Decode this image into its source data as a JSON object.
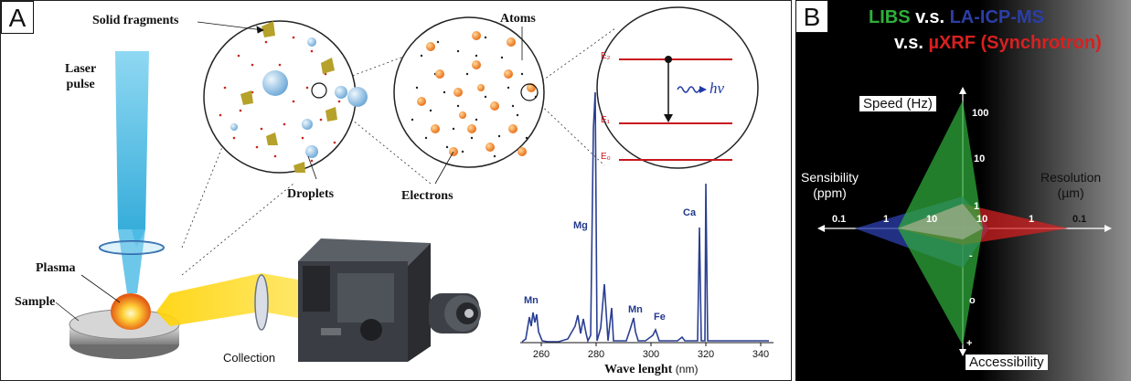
{
  "panel_a": {
    "letter": "A",
    "labels": {
      "solid_fragments": "Solid fragments",
      "atoms": "Atoms",
      "laser_pulse": "Laser\npulse",
      "droplets": "Droplets",
      "electrons": "Electrons",
      "plasma": "Plasma",
      "sample": "Sample",
      "collection": "Collection"
    },
    "energy_levels": [
      "E₂",
      "E₁",
      "E₀"
    ],
    "photon_label": "hν",
    "spectrum": {
      "x_title": "Wave lenght",
      "x_unit": "(nm)",
      "ticks": [
        "260",
        "280",
        "300",
        "320",
        "340"
      ],
      "peak_labels": [
        "Mn",
        "Mg",
        "Mn",
        "Fe",
        "Ca"
      ]
    }
  },
  "panel_b": {
    "letter": "B",
    "title_line1": {
      "libs": "LIBS",
      "vs1": "v.s.",
      "la": "LA-ICP-MS"
    },
    "title_line2": {
      "vs2": "v.s.",
      "uxrf": "µXRF (Synchrotron)"
    },
    "colors": {
      "libs": "#2fae3a",
      "la_icp_ms": "#2b3ea8",
      "uxrf": "#d82020"
    },
    "axes": {
      "speed": "Speed (Hz)",
      "sensibility": "Sensibility\n(ppm)",
      "resolution": "Resolution\n(µm)",
      "accessibility": "Accessibility"
    },
    "speed_ticks": [
      "100",
      "10",
      "1"
    ],
    "sensibility_ticks": [
      "0.1",
      "1",
      "10"
    ],
    "resolution_ticks": [
      "10",
      "1",
      "0.1"
    ],
    "accessibility_ticks": [
      "-",
      "o",
      "+"
    ]
  }
}
